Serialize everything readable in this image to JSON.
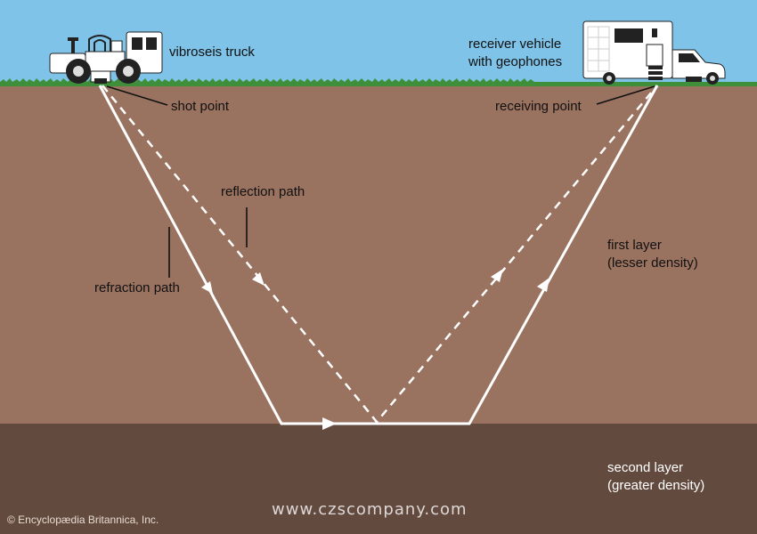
{
  "labels": {
    "vibroseis_truck": "vibroseis truck",
    "shot_point": "shot point",
    "receiver_vehicle_line1": "receiver vehicle",
    "receiver_vehicle_line2": "with geophones",
    "receiving_point": "receiving point",
    "reflection_path": "reflection path",
    "refraction_path": "refraction path",
    "first_layer_line1": "first layer",
    "first_layer_line2": "(lesser density)",
    "second_layer_line1": "second layer",
    "second_layer_line2": "(greater density)"
  },
  "credit": "© Encyclopædia Britannica, Inc.",
  "watermark": "www.czscompany.com",
  "colors": {
    "sky": "#7fc3e8",
    "grass": "#3f8f3a",
    "first_layer": "#9a7260",
    "second_layer": "#634a3f",
    "path": "#ffffff"
  },
  "icons": [
    "vibroseis-truck-icon",
    "receiver-vehicle-icon"
  ]
}
